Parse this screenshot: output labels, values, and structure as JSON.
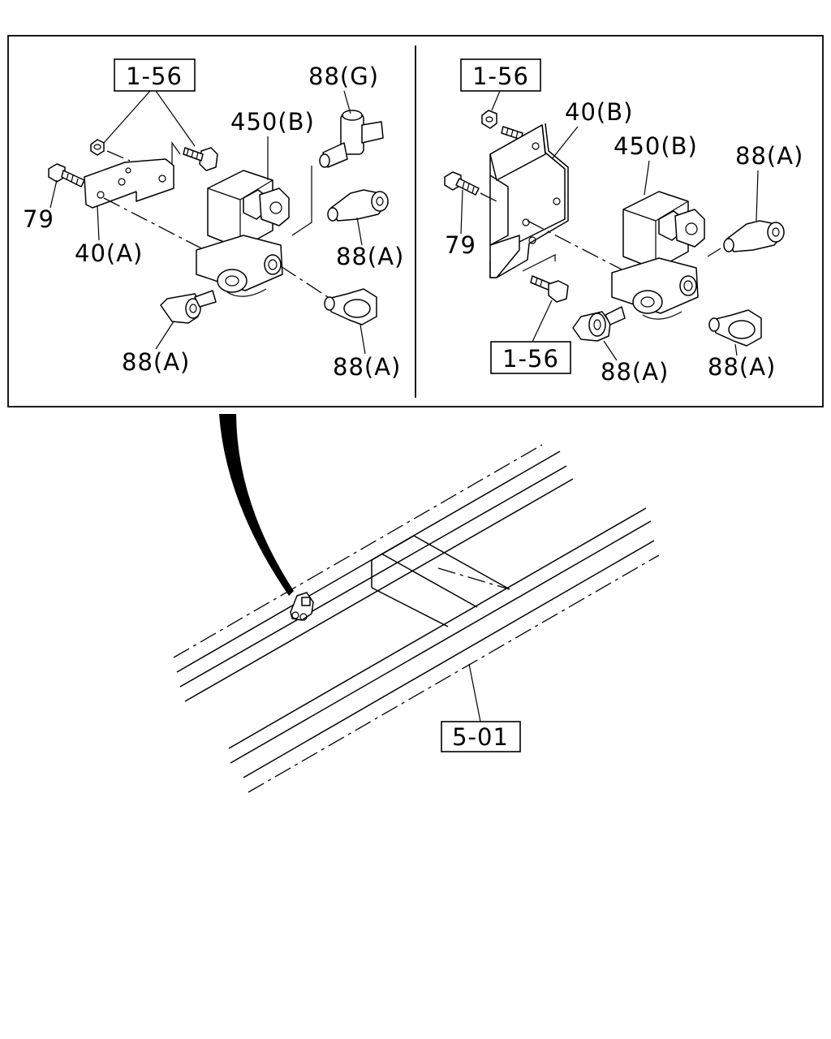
{
  "left_panel": {
    "ref_box": "1-56",
    "labels": {
      "fitting_g": "88(G)",
      "valve": "450(B)",
      "bolt": "79",
      "bracket": "40(A)",
      "fitting_right": "88(A)",
      "fitting_bottom_left": "88(A)",
      "fitting_bottom_right": "88(A)"
    }
  },
  "right_panel": {
    "ref_box_top": "1-56",
    "ref_box_bottom": "1-56",
    "labels": {
      "bracket": "40(B)",
      "valve": "450(B)",
      "fitting_right": "88(A)",
      "bolt": "79",
      "fitting_bottom_left": "88(A)",
      "fitting_bottom_right": "88(A)"
    }
  },
  "frame": {
    "ref_box": "5-01"
  }
}
